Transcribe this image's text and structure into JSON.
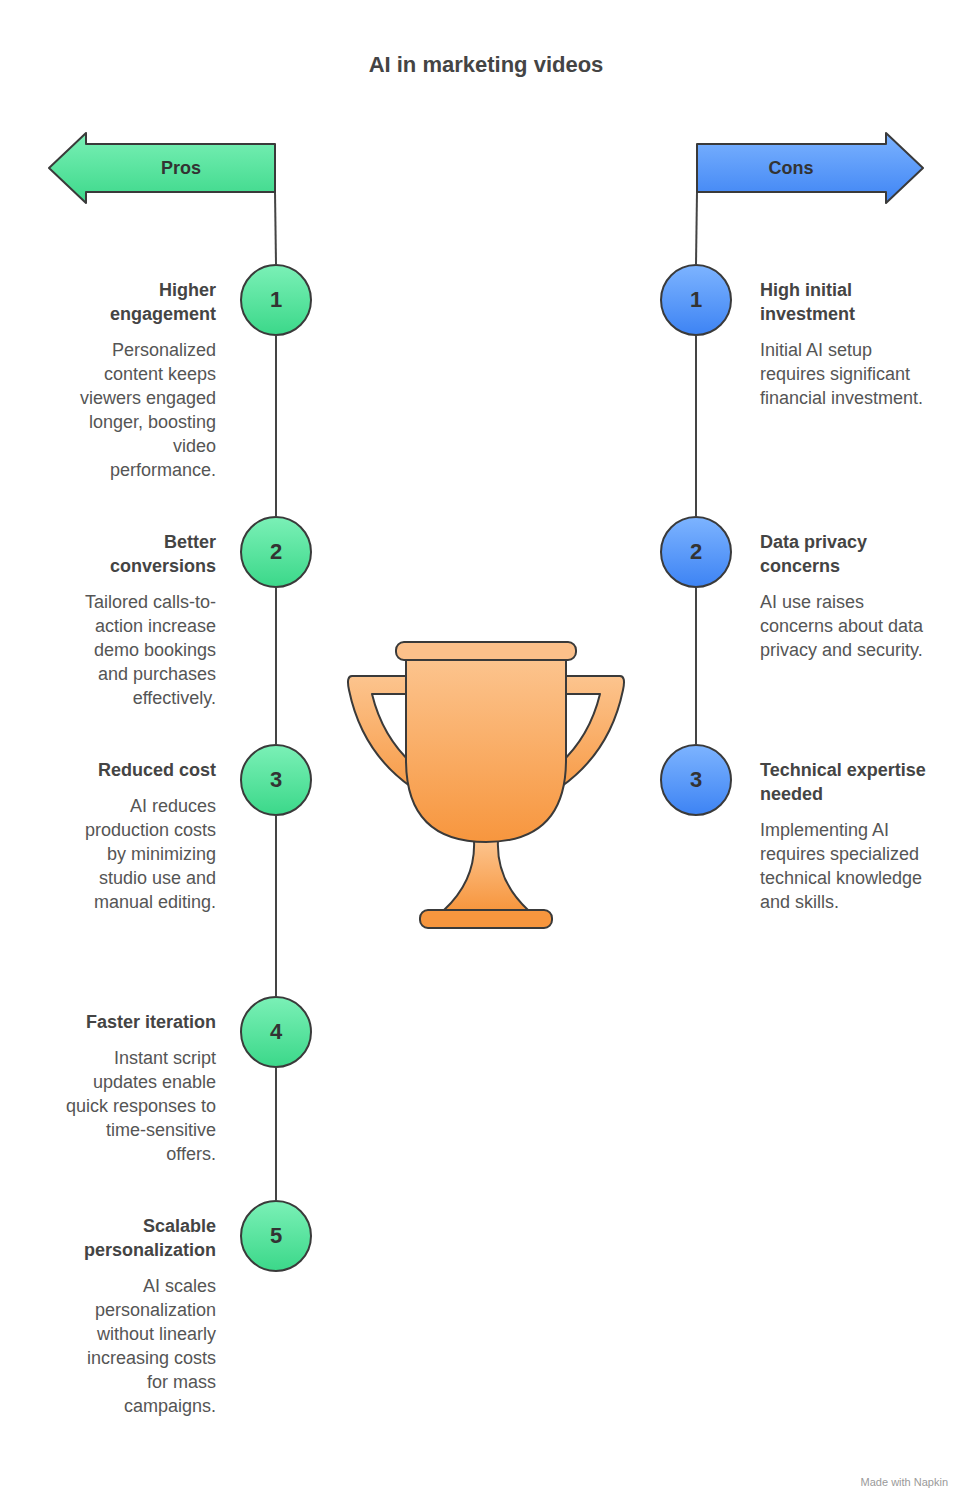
{
  "diagram": {
    "title": "AI in marketing videos",
    "nodes": [
      {
        "text": [
          "Pros"
        ]
      },
      {
        "text": [
          "1",
          "Higher engagement",
          "Personalized content keeps viewers engaged longer, boosting video performance."
        ]
      },
      {
        "text": [
          "2",
          "Better conversions",
          "Tailored calls-to-action increase demo bookings and purchases effectively."
        ]
      },
      {
        "text": [
          "3",
          "Reduced cost",
          "AI reduces production costs by minimizing studio use and manual editing."
        ]
      },
      {
        "text": [
          "4",
          "Faster iteration",
          "Instant script updates enable quick responses to time-sensitive offers."
        ]
      },
      {
        "text": [
          "5",
          "Scalable personalization",
          "AI scales personalization without linearly increasing costs for mass campaigns."
        ]
      },
      {
        "text": [
          "Cons"
        ]
      },
      {
        "text": [
          "1",
          "High initial investment",
          "Initial AI setup requires significant financial investment."
        ]
      },
      {
        "text": [
          "2",
          "Data privacy concerns",
          "AI use raises concerns about data privacy and security."
        ]
      },
      {
        "text": [
          "3",
          "Technical expertise needed",
          "Implementing AI requires specialized technical knowledge and skills."
        ]
      }
    ],
    "edges": [
      {
        "from": 0,
        "to": 1,
        "arrow": "none"
      },
      {
        "from": 1,
        "to": 2,
        "arrow": "none"
      },
      {
        "from": 2,
        "to": 3,
        "arrow": "none"
      },
      {
        "from": 3,
        "to": 4,
        "arrow": "none"
      },
      {
        "from": 4,
        "to": 5,
        "arrow": "none"
      },
      {
        "from": 6,
        "to": 7,
        "arrow": "none"
      },
      {
        "from": 7,
        "to": 8,
        "arrow": "none"
      },
      {
        "from": 8,
        "to": 9,
        "arrow": "none"
      }
    ],
    "labels": [
      "Made with Napkin"
    ]
  }
}
